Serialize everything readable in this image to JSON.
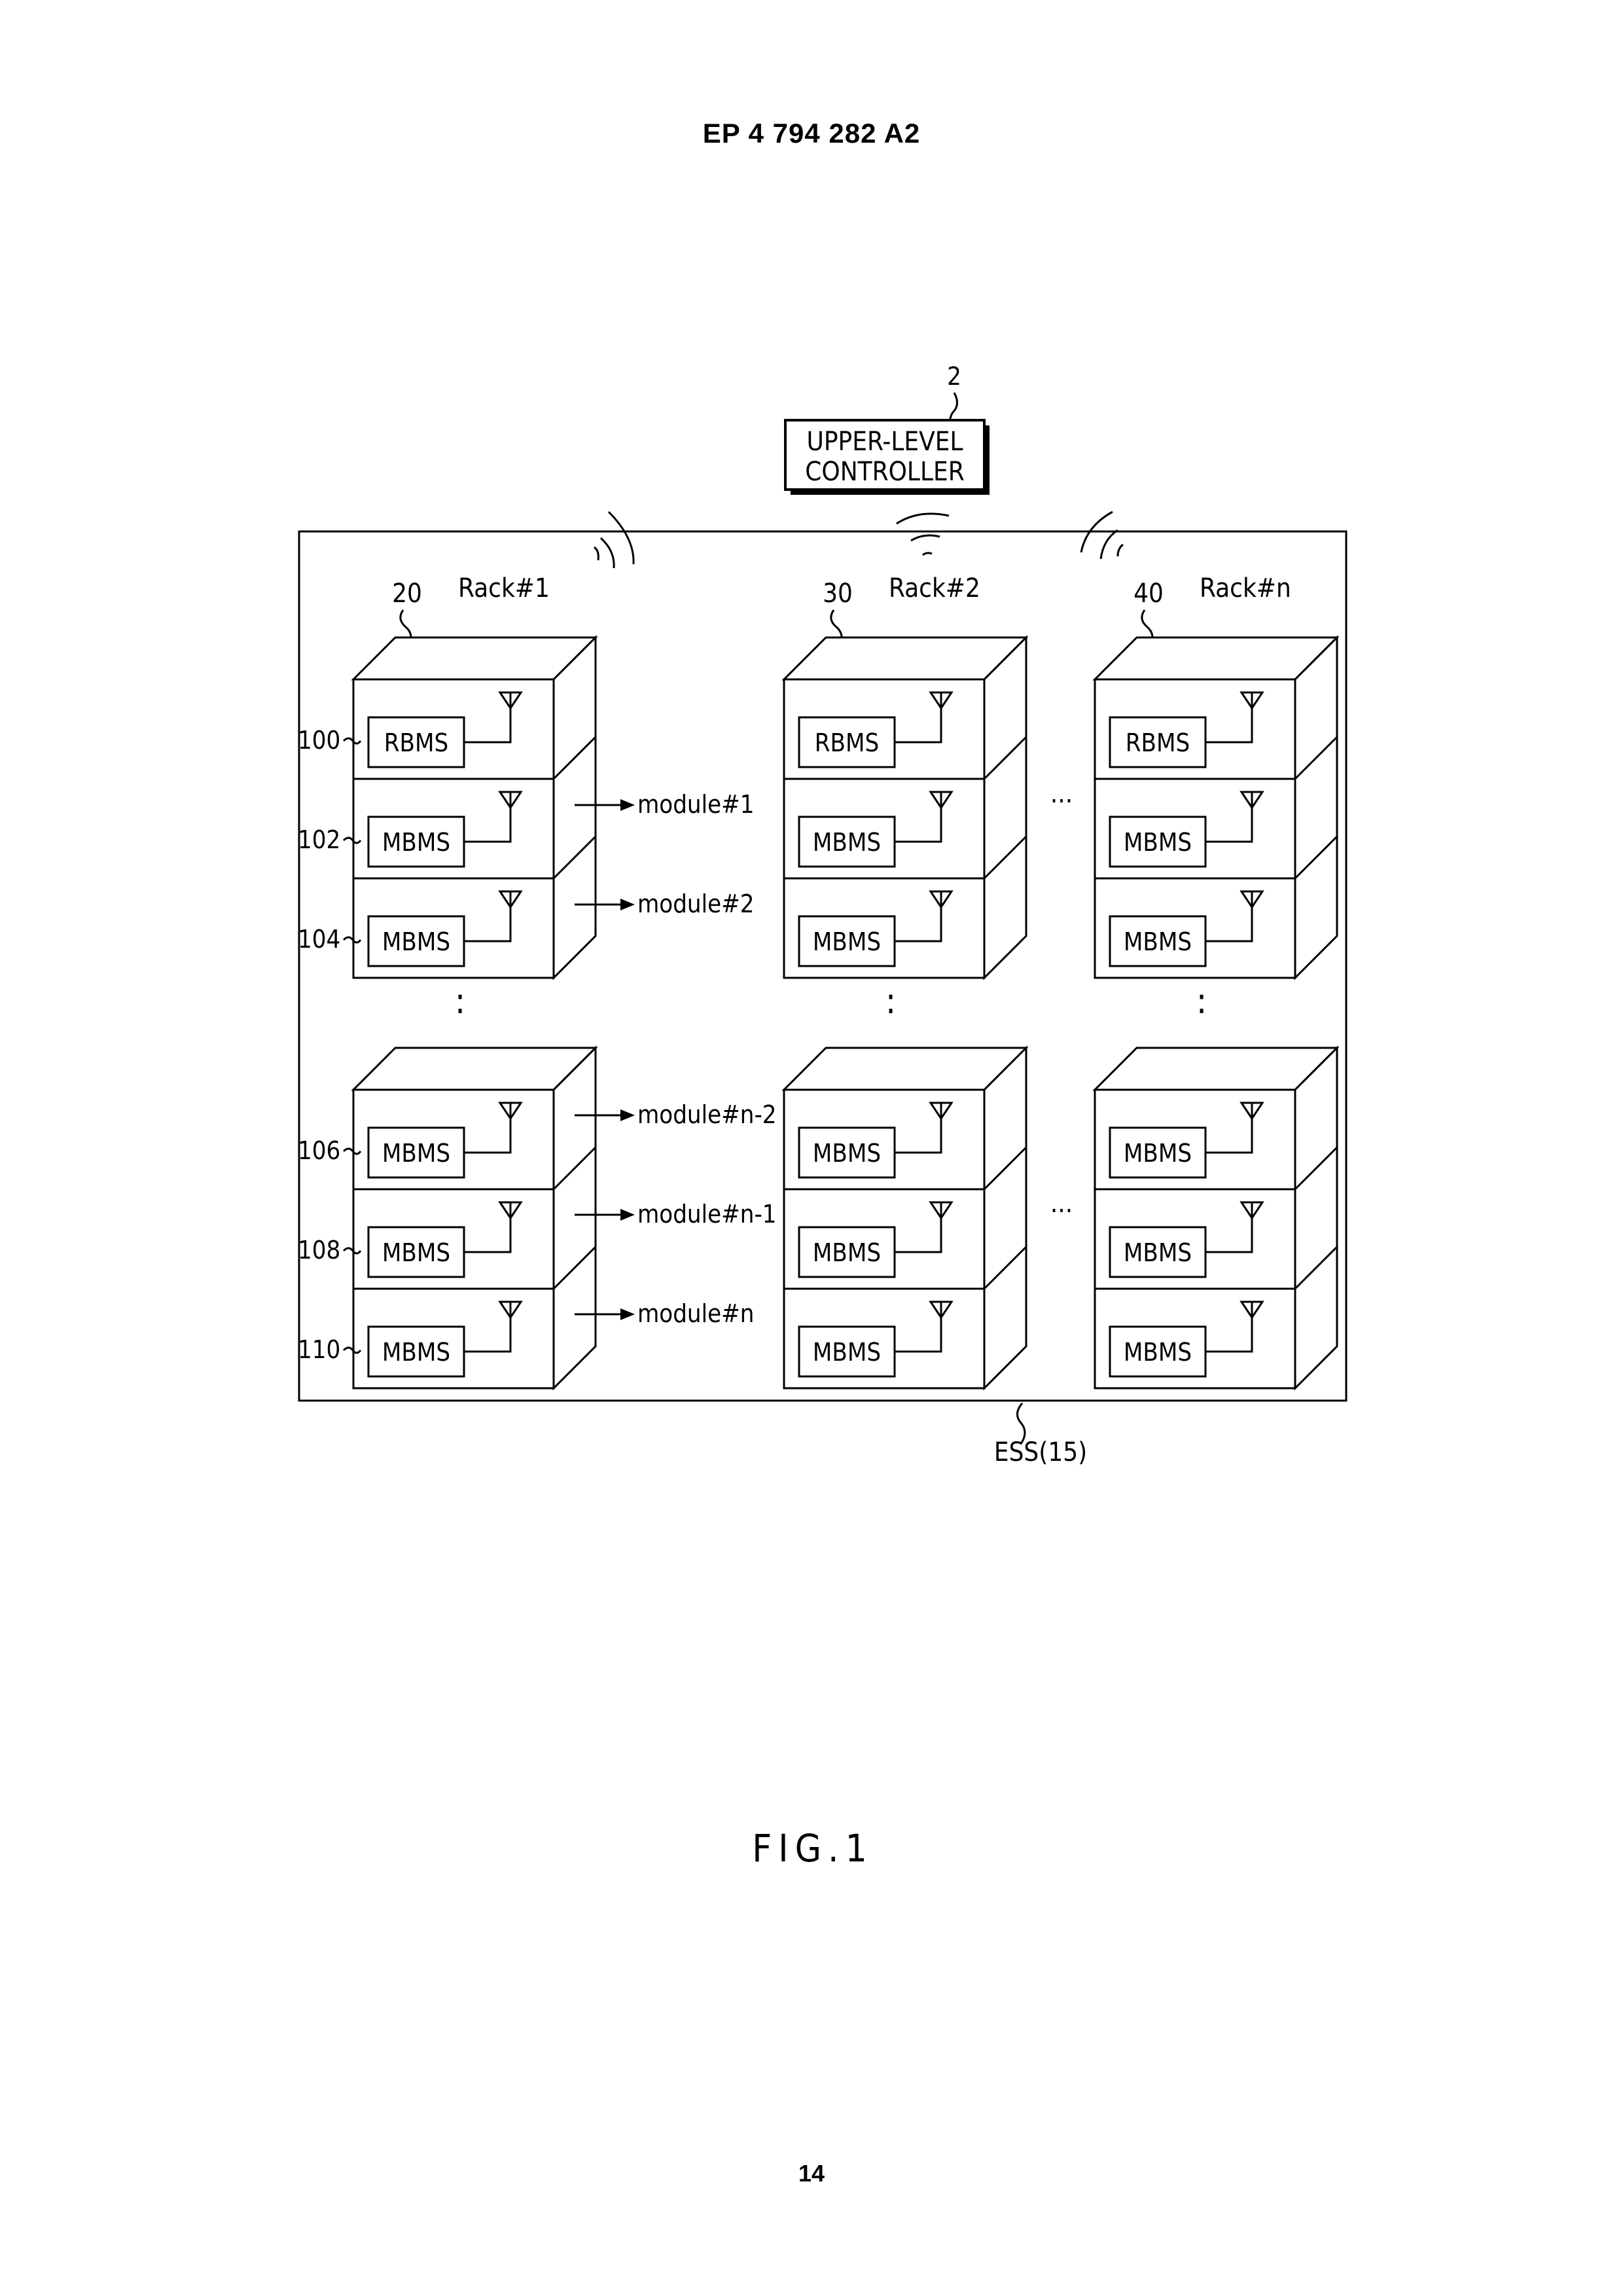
{
  "header": {
    "publication_number": "EP 4 794 282 A2"
  },
  "footer": {
    "page_number": "14"
  },
  "figure": {
    "caption": "FIG.1",
    "controller": {
      "ref": "2",
      "line1": "UPPER-LEVEL",
      "line2": "CONTROLLER"
    },
    "ess_label": "ESS(15)",
    "dots_h": "...",
    "dots_v": ":",
    "racks": [
      {
        "ref": "20",
        "name": "Rack#1",
        "top": [
          "RBMS",
          "MBMS",
          "MBMS"
        ],
        "bottom": [
          "MBMS",
          "MBMS",
          "MBMS"
        ]
      },
      {
        "ref": "30",
        "name": "Rack#2",
        "top": [
          "RBMS",
          "MBMS",
          "MBMS"
        ],
        "bottom": [
          "MBMS",
          "MBMS",
          "MBMS"
        ]
      },
      {
        "ref": "40",
        "name": "Rack#n",
        "top": [
          "RBMS",
          "MBMS",
          "MBMS"
        ],
        "bottom": [
          "MBMS",
          "MBMS",
          "MBMS"
        ]
      }
    ],
    "row_refs": [
      "100",
      "102",
      "104",
      "106",
      "108",
      "110"
    ],
    "module_labels": [
      "module#1",
      "module#2",
      "module#n-2",
      "module#n-1",
      "module#n"
    ]
  }
}
